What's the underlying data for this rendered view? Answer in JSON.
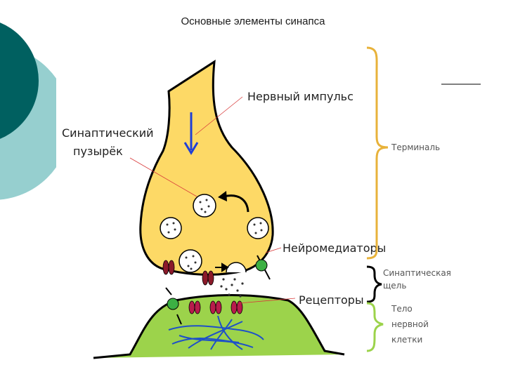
{
  "title": "Основные элементы синапса",
  "labels": {
    "nerve_impulse": "Нервный импульс",
    "synaptic_vesicle_line1": "Синаптический",
    "synaptic_vesicle_line2": "пузырёк",
    "neurotransmitters": "Нейромедиаторы",
    "receptors": "Рецепторы",
    "terminal": "Терминаль",
    "synaptic_cleft_line1": "Синаптическая",
    "synaptic_cleft_line2": "щель",
    "cell_body_line1": "Тело",
    "cell_body_line2": "нервной",
    "cell_body_line3": "клетки"
  },
  "colors": {
    "deco_dark": "#006060",
    "deco_light": "#96cfcf",
    "terminal_fill": "#fdd966",
    "cell_fill": "#9cd34b",
    "terminal_bracket": "#e8b23a",
    "cleft_bracket": "#000000",
    "cell_bracket": "#9cd34b",
    "impulse_arrow": "#1f3fd6",
    "receptor": "#b81c4c",
    "channel_dark": "#8b1a2a",
    "transporter": "#3cb043",
    "pointer_line": "#d83a3a"
  },
  "icons": {
    "impulse": "down-arrow-icon",
    "recycle": "curved-arrow-icon"
  }
}
